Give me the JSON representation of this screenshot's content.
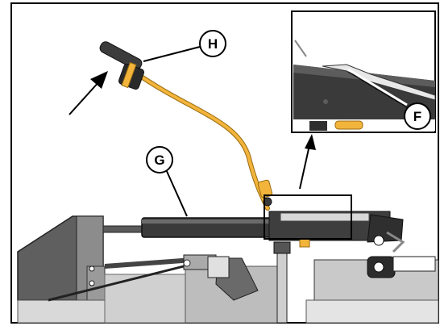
{
  "callouts": {
    "f": "F",
    "g": "G",
    "h": "H"
  },
  "colors": {
    "hose": "#f2b43b",
    "hose_outline": "#9a6a10",
    "cylinder": "#3a3a3a",
    "frame": "#6d6d6d",
    "panel": "#c8c8c8",
    "background": "#ffffff"
  }
}
